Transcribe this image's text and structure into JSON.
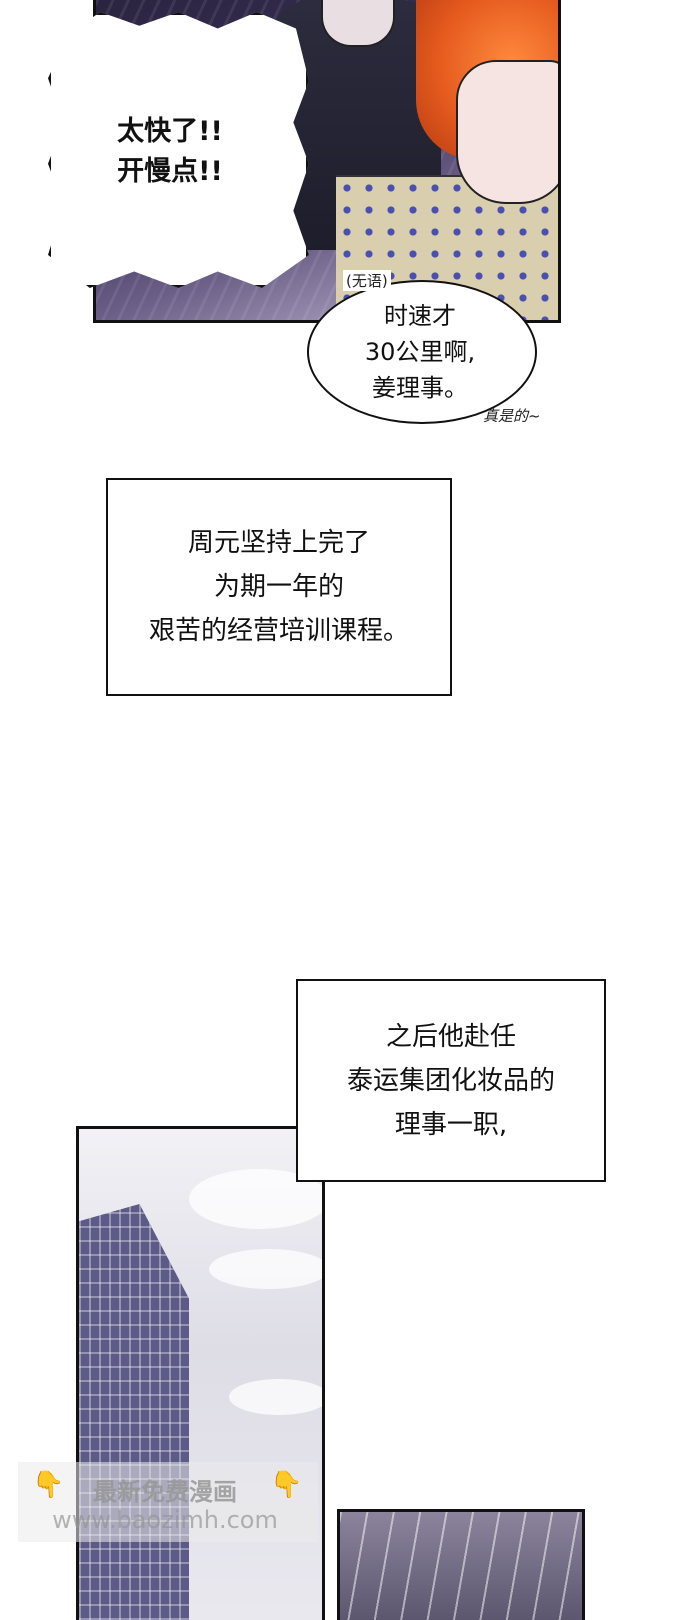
{
  "panel1": {
    "shout_lines": [
      "太快了!!",
      "开慢点!!"
    ]
  },
  "reply_bubble": {
    "aside": "(无语)",
    "lines": [
      "时速才",
      "30公里啊,",
      "姜理事。"
    ],
    "tail_note": "真是的~"
  },
  "narration1": {
    "lines": [
      "周元坚持上完了",
      "为期一年的",
      "艰苦的经营培训课程。"
    ]
  },
  "narration2": {
    "lines": [
      "之后他赴任",
      "泰运集团化妆品的",
      "理事一职,"
    ]
  },
  "watermark": {
    "line1": "最新免费漫画",
    "line2": "www.baozimh.com",
    "hand_icon": "pointing-down-hand-icon"
  },
  "colors": {
    "hair": "#e55a1e",
    "shirt_pattern": "#4a4fb0",
    "tower": "#5c5a86"
  }
}
